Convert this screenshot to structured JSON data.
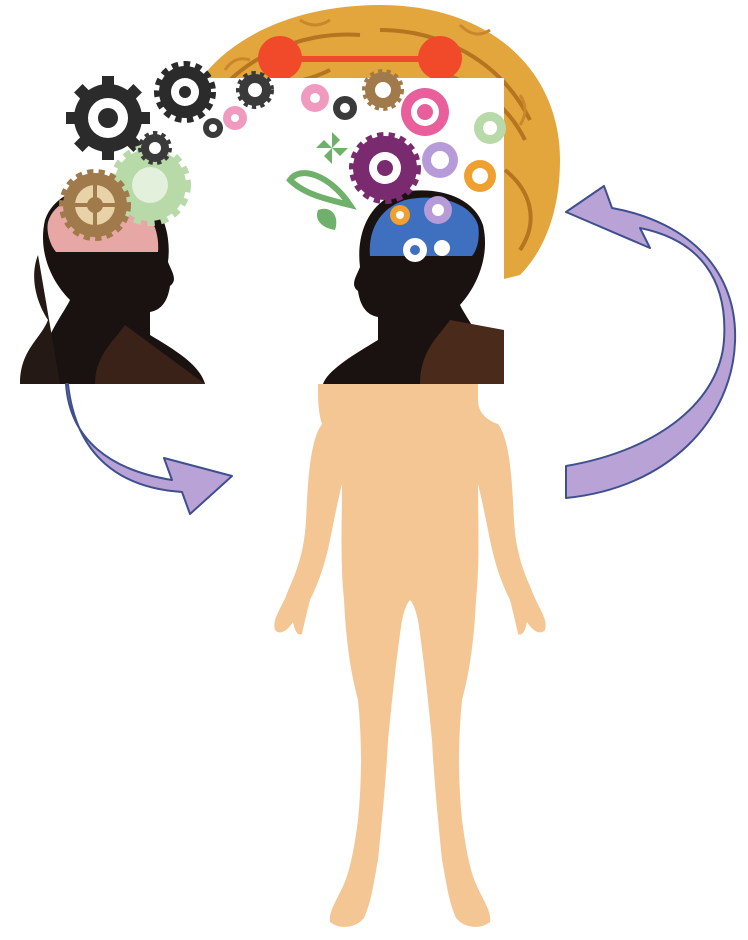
{
  "diagram": {
    "elements": [
      {
        "id": "brain",
        "kind": "picture",
        "depicts": "brain-icon"
      },
      {
        "id": "heads-picture",
        "kind": "picture",
        "depicts": "two-heads-with-gears-and-flowers"
      },
      {
        "id": "body",
        "kind": "picture",
        "depicts": "human-body-silhouette"
      },
      {
        "id": "arrow-left",
        "kind": "curved-arrow",
        "from": "heads-picture",
        "to": "body"
      },
      {
        "id": "arrow-right",
        "kind": "curved-arrow",
        "from": "body",
        "to": "brain"
      }
    ],
    "colors": {
      "arrow_fill": "#b9a3d6",
      "arrow_stroke": "#3f4f8f",
      "skin": "#f3c693",
      "brain": "#e3a63c",
      "brain_dots": "#f04a2a",
      "silhouette": "#1a1210",
      "left_brain": "#e7a7a4",
      "right_brain": "#3f6fbf",
      "gear_dark": "#2b2b2b",
      "gear_bronze": "#a07a4a",
      "gear_green": "#b8d9a8",
      "flower_pink": "#e85f9c",
      "flower_purple": "#7a2b70",
      "flower_lilac": "#b79bd8",
      "flower_orange": "#f0a030",
      "leaf_green": "#6fb06a"
    }
  }
}
